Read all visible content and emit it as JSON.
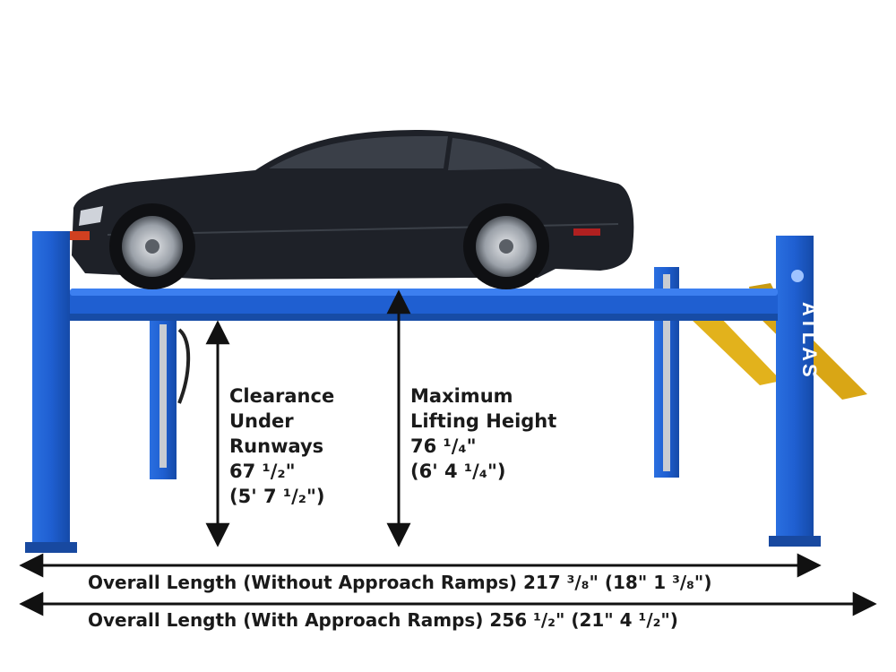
{
  "brand": {
    "text": "ATLAS",
    "color": "#1f5fd1"
  },
  "colors": {
    "lift_blue": "#1f5fd1",
    "ramp_yellow": "#e2b21c",
    "car_body": "#1e2128",
    "arrow": "#111111"
  },
  "labels": {
    "clearance": [
      "Clearance",
      "Under",
      "Runways",
      "67 ¹/₂\"",
      "(5' 7 ¹/₂\")"
    ],
    "lifting": [
      "Maximum",
      "Lifting Height",
      "76 ¹/₄\"",
      "(6' 4 ¹/₄\")"
    ]
  },
  "dimensions": {
    "without_ramps": "Overall Length (Without Approach Ramps) 217 ³/₈\" (18\" 1 ³/₈\")",
    "with_ramps": "Overall Length (With Approach Ramps) 256 ¹/₂\" (21\" 4 ¹/₂\")"
  }
}
